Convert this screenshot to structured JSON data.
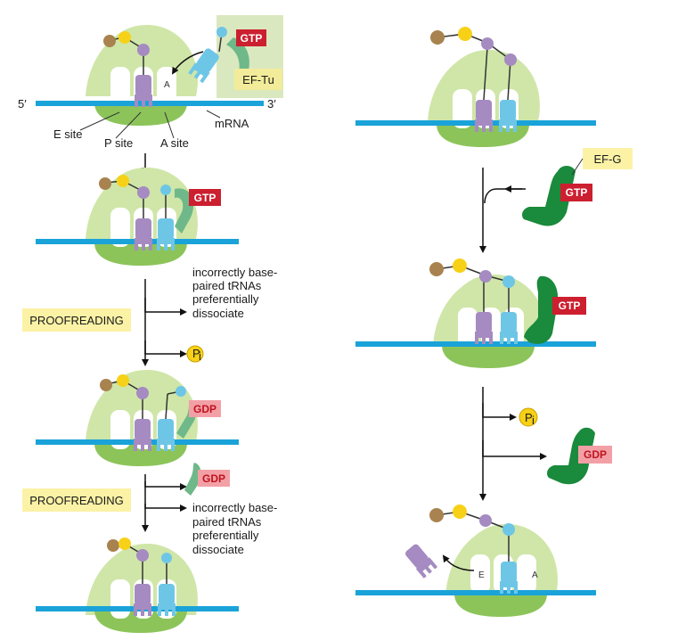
{
  "labels": {
    "gtp": "GTP",
    "gdp": "GDP",
    "ef_tu": "EF-Tu",
    "ef_g": "EF-G",
    "five_prime": "5′",
    "three_prime": "3′",
    "mrna": "mRNA",
    "e_site": "E site",
    "p_site": "P site",
    "a_site": "A site",
    "site_a": "A",
    "site_e": "E",
    "proofreading": "PROOFREADING",
    "pi_main": "P",
    "pi_sub": "i",
    "dissociate_lines": [
      "incorrectly base-",
      "paired tRNAs",
      "preferentially",
      "dissociate"
    ]
  },
  "colors": {
    "ribosome_light": "#cfe6a8",
    "ribosome_dark": "#8cc45a",
    "mrna": "#1aa3d9",
    "trna_purple": "#a58bc1",
    "trna_blue": "#6ec6e6",
    "ef_green": "#1a8a3c",
    "ef_tu_green": "#6fb889",
    "gtp_red": "#cc1f2f",
    "gdp_pink": "#f2a0a6",
    "label_yellow": "#fbf2a6",
    "pi_yellow": "#f7d117",
    "aa_brown": "#a8834f",
    "aa_yellow": "#f7d117"
  }
}
